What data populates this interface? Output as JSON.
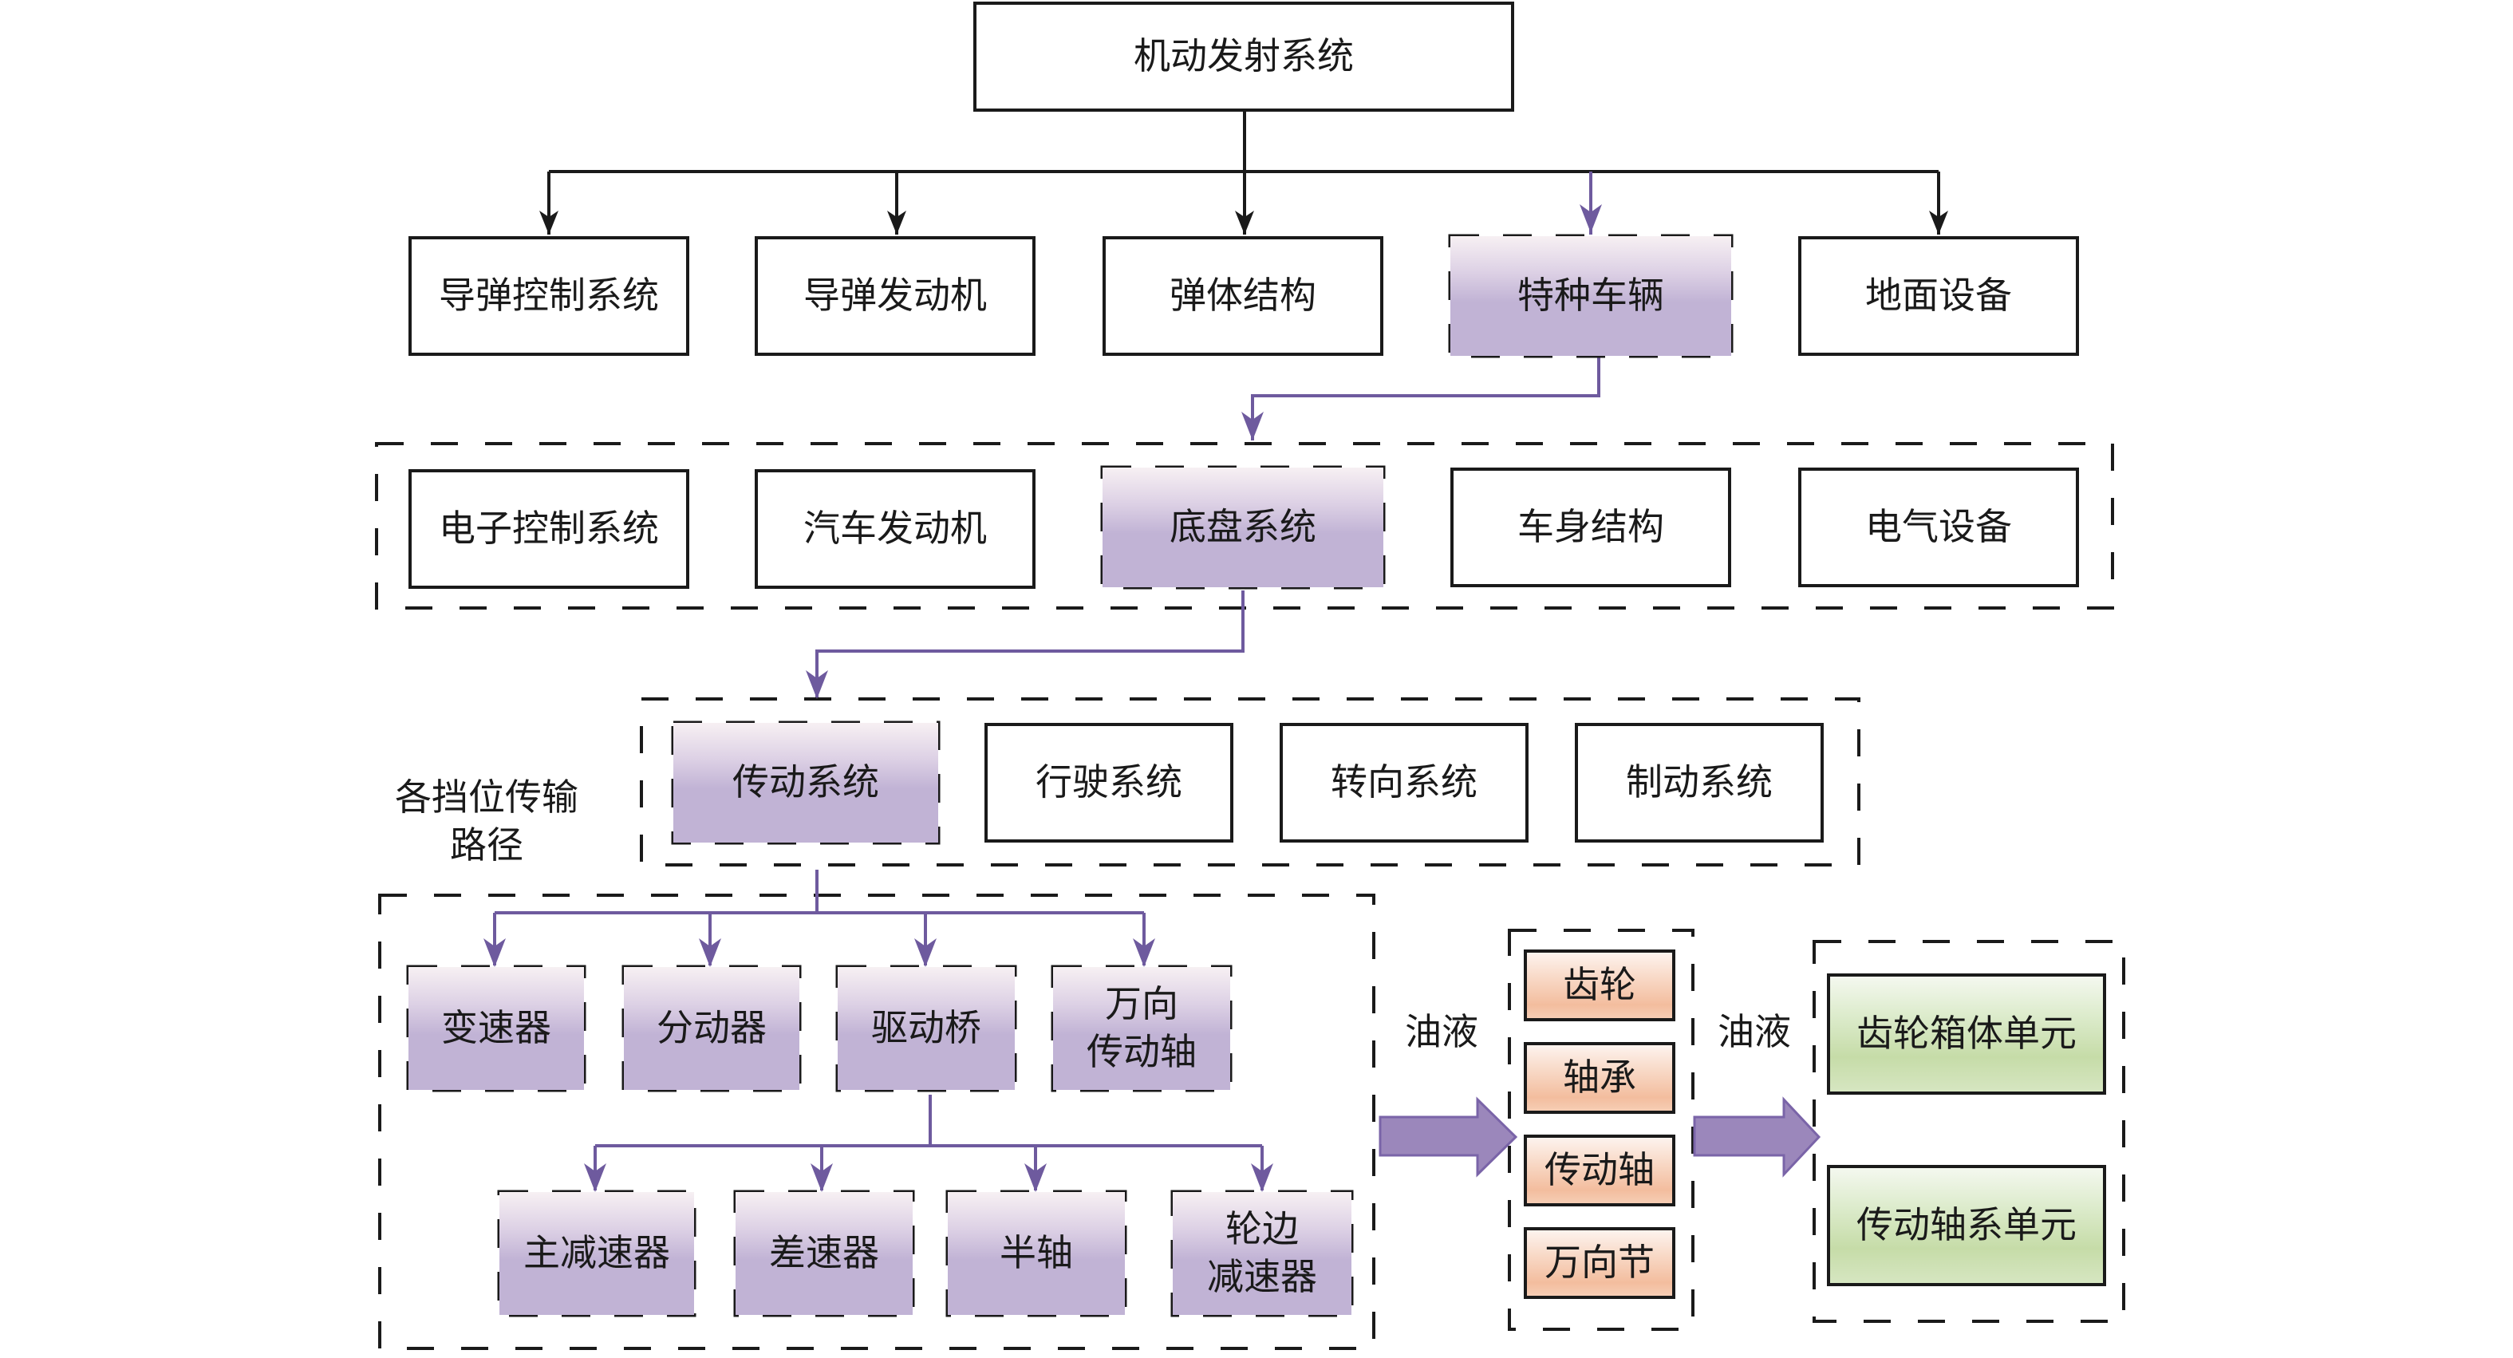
{
  "title": "机动发射系统",
  "level1": [
    {
      "label": "导弹控制系统",
      "highlight": false
    },
    {
      "label": "导弹发动机",
      "highlight": false
    },
    {
      "label": "弹体结构",
      "highlight": false
    },
    {
      "label": "特种车辆",
      "highlight": true
    },
    {
      "label": "地面设备",
      "highlight": false
    }
  ],
  "level2": [
    {
      "label": "电子控制系统",
      "highlight": false
    },
    {
      "label": "汽车发动机",
      "highlight": false
    },
    {
      "label": "底盘系统",
      "highlight": true
    },
    {
      "label": "车身结构",
      "highlight": false
    },
    {
      "label": "电气设备",
      "highlight": false
    }
  ],
  "level3": [
    {
      "label": "传动系统",
      "highlight": true
    },
    {
      "label": "行驶系统",
      "highlight": false
    },
    {
      "label": "转向系统",
      "highlight": false
    },
    {
      "label": "制动系统",
      "highlight": false
    }
  ],
  "path_label": {
    "line1": "各挡位传输",
    "line2": "路径"
  },
  "level4": [
    {
      "label": "变速器"
    },
    {
      "label": "分动器"
    },
    {
      "label": "驱动桥"
    },
    {
      "label_line1": "万向",
      "label_line2": "传动轴"
    }
  ],
  "level5": [
    {
      "label": "主减速器"
    },
    {
      "label": "差速器"
    },
    {
      "label": "半轴"
    },
    {
      "label_line1": "轮边",
      "label_line2": "减速器"
    }
  ],
  "flow_label_1": "油液",
  "components": [
    "齿轮",
    "轴承",
    "传动轴",
    "万向节"
  ],
  "flow_label_2": "油液",
  "units": [
    "齿轮箱体单元",
    "传动轴系单元"
  ],
  "colors": {
    "line_black": "#1a1a1a",
    "line_purple": "#6e5a9e",
    "highlight_purple": "#c1b3d5",
    "component_orange": "#f3bd9e",
    "unit_green": "#c6dca8",
    "flow_arrow": "#9b87bb"
  }
}
